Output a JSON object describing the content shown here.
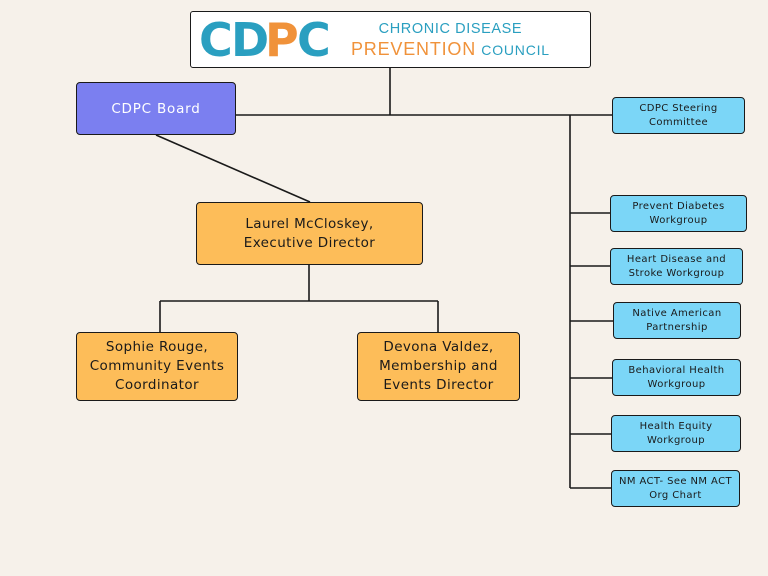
{
  "logo": {
    "mark": "CDPC",
    "line1": "CHRONIC DISEASE",
    "line2a": "PREVENTION",
    "line2b": "COUNCIL"
  },
  "board": {
    "label": "CDPC Board"
  },
  "executive": {
    "name": "Laurel McCloskey,",
    "title": "Executive Director"
  },
  "staff": [
    {
      "line1": "Sophie Rouge,",
      "line2": "Community Events",
      "line3": "Coordinator"
    },
    {
      "line1": "Devona Valdez,",
      "line2": "Membership and",
      "line3": "Events Director"
    }
  ],
  "committees": [
    {
      "line1": "CDPC Steering",
      "line2": "Committee"
    },
    {
      "line1": "Prevent Diabetes",
      "line2": "Workgroup"
    },
    {
      "line1": "Heart Disease and",
      "line2": "Stroke Workgroup"
    },
    {
      "line1": "Native American",
      "line2": "Partnership"
    },
    {
      "line1": "Behavioral Health",
      "line2": "Workgroup"
    },
    {
      "line1": "Health Equity",
      "line2": "Workgroup"
    },
    {
      "line1": "NM ACT- See NM ACT",
      "line2": "Org Chart"
    }
  ],
  "colors": {
    "background": "#f6f1ea",
    "board": "#7b7ff0",
    "staff": "#fdbd59",
    "committees": "#7bd6f7",
    "logo_blue": "#2a9fc0",
    "logo_orange": "#f0923a"
  }
}
